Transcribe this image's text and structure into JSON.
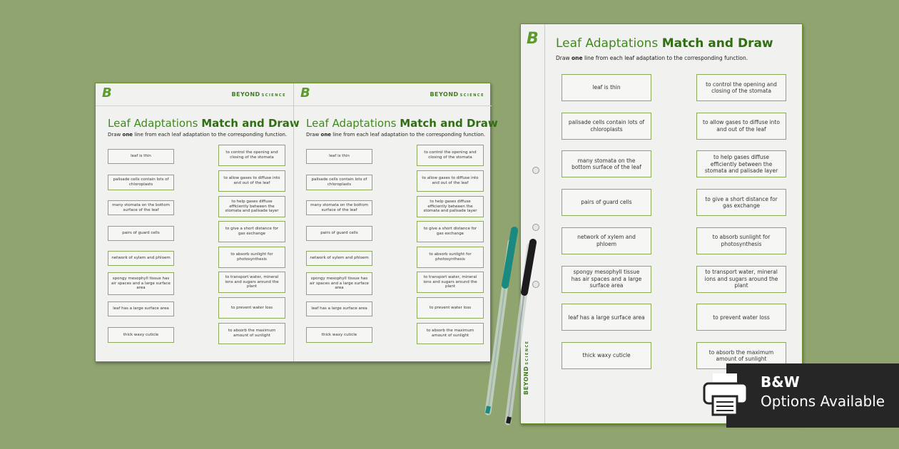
{
  "brand": {
    "name": "BEYOND",
    "sub": "SCIENCE",
    "logo": "B"
  },
  "worksheet": {
    "title_light": "Leaf Adaptations ",
    "title_bold": "Match and Draw",
    "instruction_pre": "Draw ",
    "instruction_bold": "one",
    "instruction_post": " line from each leaf adaptation to the corresponding function.",
    "adaptations": [
      "leaf is thin",
      "palisade cells contain lots of chloroplasts",
      "many stomata on the bottom surface of the leaf",
      "pairs of guard cells",
      "network of xylem and phloem",
      "spongy mesophyll tissue has air spaces and a large surface area",
      "leaf has a large surface area",
      "thick waxy cuticle"
    ],
    "functions": [
      "to control the opening and closing of the stomata",
      "to allow gases to diffuse into and out of the leaf",
      "to help gases diffuse efficiently between the stomata and palisade layer",
      "to give a short distance for gas exchange",
      "to absorb sunlight for photosynthesis",
      "to transport water, mineral ions and sugars around the plant",
      "to prevent water loss",
      "to absorb the maximum amount of sunlight"
    ]
  },
  "badge": {
    "line1": "B&W",
    "line2": "Options Available",
    "icon": "printer-icon"
  },
  "colors": {
    "background": "#8fa46f",
    "accent": "#3e8a1c",
    "teal_pen": "#1a8a80",
    "black_pen": "#1c1c1c"
  }
}
